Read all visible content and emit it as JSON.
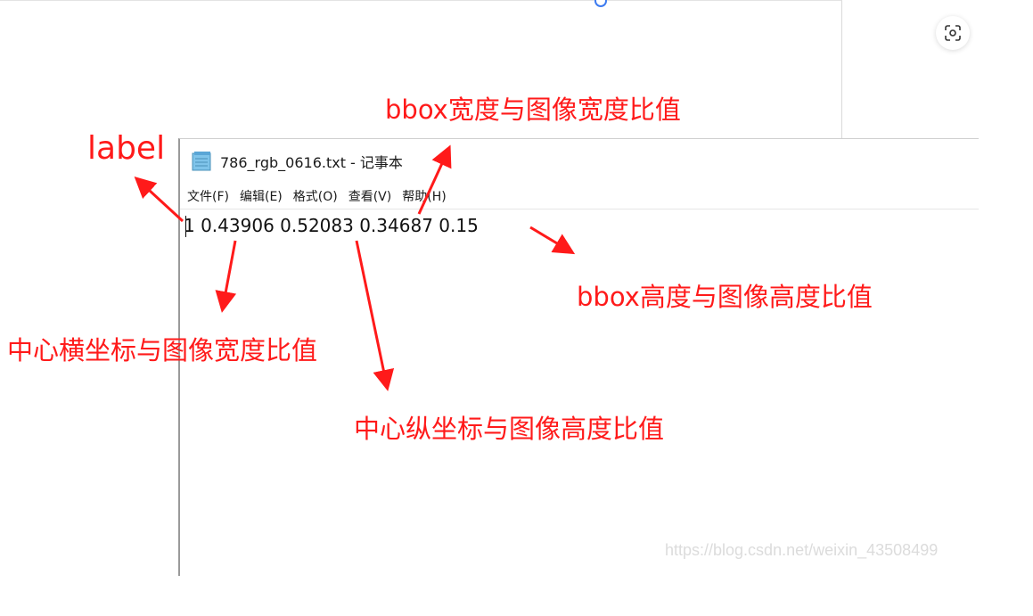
{
  "window": {
    "title": "786_rgb_0616.txt - 记事本",
    "icon": "notepad-icon"
  },
  "menu": [
    {
      "label": "文件(F)",
      "accelerator": "F"
    },
    {
      "label": "编辑(E)",
      "accelerator": "E"
    },
    {
      "label": "格式(O)",
      "accelerator": "O"
    },
    {
      "label": "查看(V)",
      "accelerator": "V"
    },
    {
      "label": "帮助(H)",
      "accelerator": "H"
    }
  ],
  "editor": {
    "content": "1 0.43906 0.52083 0.34687 0.15"
  },
  "annotations": {
    "label": "label",
    "bbox_width": "bbox宽度与图像宽度比值",
    "bbox_height": "bbox高度与图像高度比值",
    "center_x": "中心横坐标与图像宽度比值",
    "center_y": "中心纵坐标与图像高度比值"
  },
  "watermark": "https://blog.csdn.net/weixin_43508499",
  "toolbar": {
    "scan_icon": "scan-icon"
  },
  "colors": {
    "annotation": "#ff1a1a",
    "accent_dot": "#3d7bf0"
  }
}
